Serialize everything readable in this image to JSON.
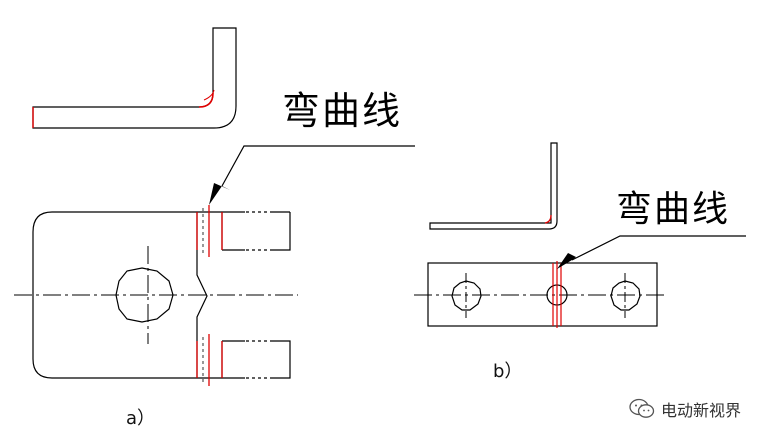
{
  "labels": {
    "bend_line_a": "弯曲线",
    "bend_line_b": "弯曲线",
    "sub_a": "a）",
    "sub_b": "b）"
  },
  "watermark": {
    "text": "电动新视界",
    "icon": "wechat-icon"
  },
  "colors": {
    "line": "#000000",
    "bend": "#e00000",
    "background": "#ffffff"
  }
}
